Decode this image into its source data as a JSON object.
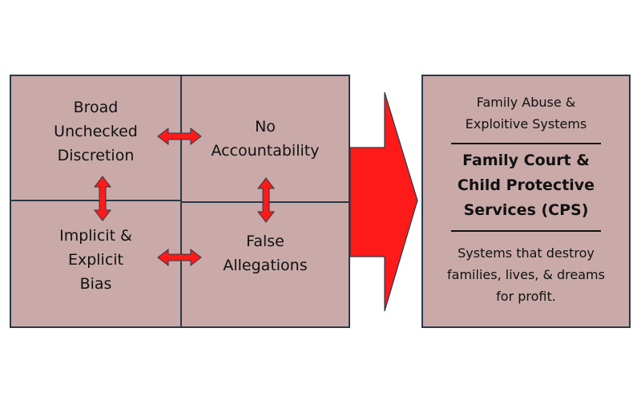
{
  "colors": {
    "box_fill": "#c9aaa9",
    "box_border": "#2a3947",
    "arrow_fill": "#ff1a1a",
    "arrow_stroke": "#2a3947"
  },
  "grid": {
    "top_left": "Broad\nUnchecked\nDiscretion",
    "top_right": "No\nAccountability",
    "bottom_left": "Implicit &\nExplicit\nBias",
    "bottom_right": "False\nAllegations"
  },
  "result": {
    "heading": "Family Abuse &\nExploitive Systems",
    "title": "Family Court &\nChild Protective\nServices (CPS)",
    "description": "Systems that destroy\nfamilies, lives, & dreams\nfor profit."
  }
}
